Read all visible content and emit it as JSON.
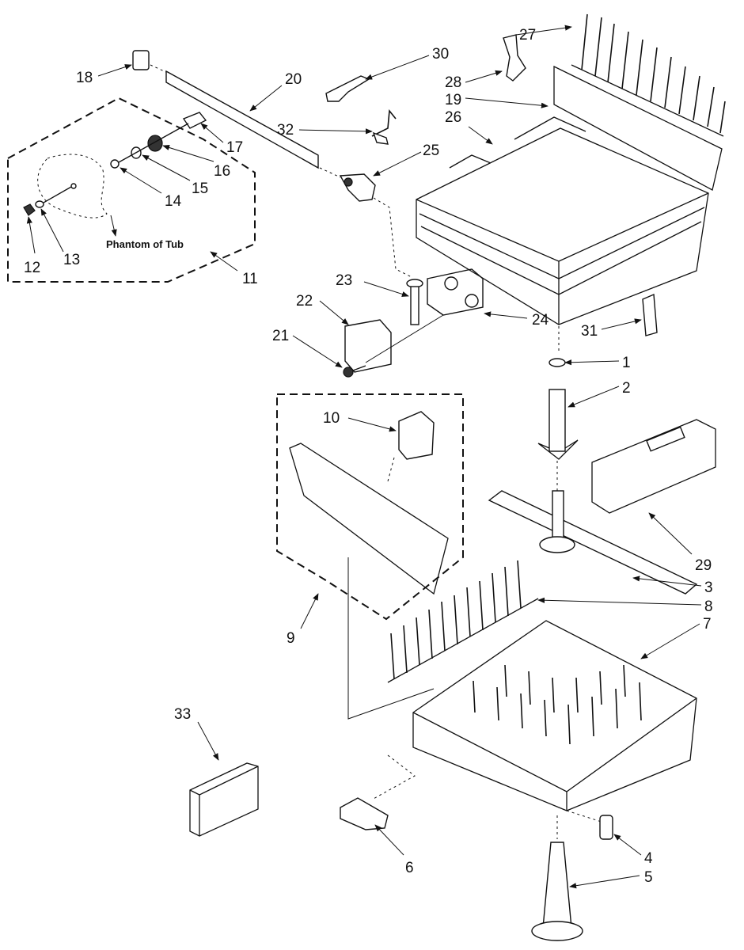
{
  "diagram": {
    "caption_phantom": "Phantom of Tub",
    "labels": {
      "p1": "1",
      "p2": "2",
      "p3": "3",
      "p4": "4",
      "p5": "5",
      "p6": "6",
      "p7": "7",
      "p8": "8",
      "p9": "9",
      "p10": "10",
      "p11": "11",
      "p12": "12",
      "p13": "13",
      "p14": "14",
      "p15": "15",
      "p16": "16",
      "p17": "17",
      "p18": "18",
      "p19": "19",
      "p20": "20",
      "p21": "21",
      "p22": "22",
      "p23": "23",
      "p24": "24",
      "p25": "25",
      "p26": "26",
      "p27": "27",
      "p28": "28",
      "p29": "29",
      "p30": "30",
      "p31": "31",
      "p32": "32",
      "p33": "33"
    }
  }
}
